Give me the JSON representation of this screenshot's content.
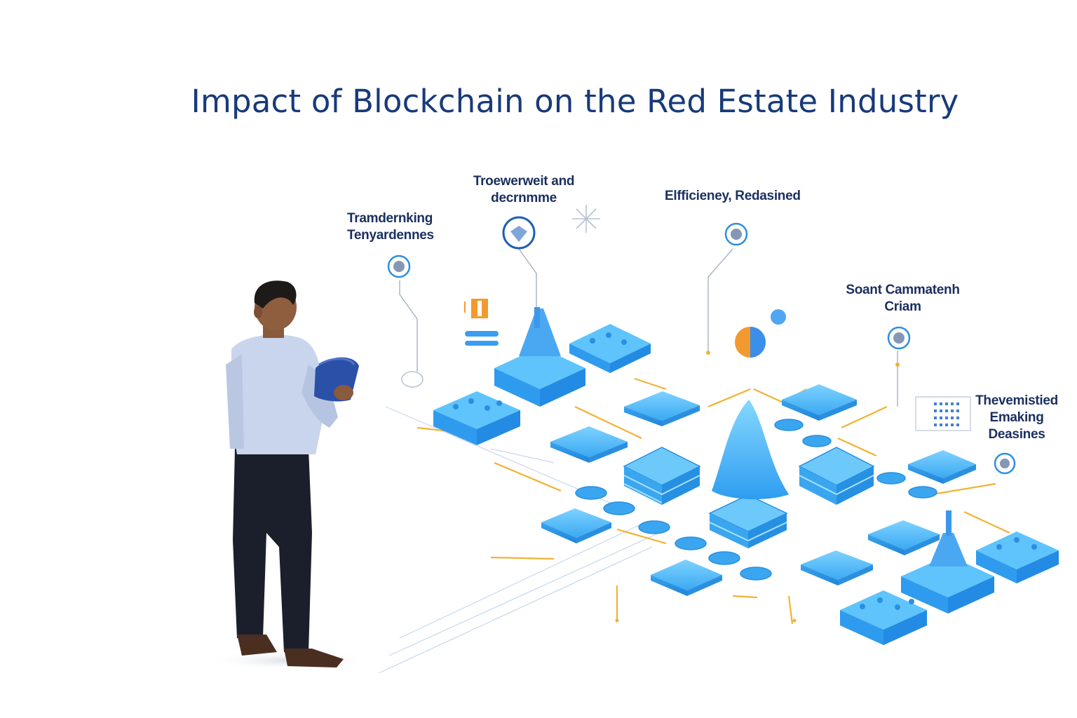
{
  "title": "Impact of Blockchain on the Red Estate Industry",
  "labels": {
    "tramdernking": [
      "Tramdernking",
      "Tenyardennes"
    ],
    "troewerweit": [
      "Troewerweit and",
      "decrnmme"
    ],
    "efficiency": [
      "Elfficieney, Redasined"
    ],
    "soant": [
      "Soant Cammatenh",
      "Criam"
    ],
    "theverristied": [
      "Thevemistied",
      "Emaking",
      "Deasines"
    ]
  },
  "icons": [
    "target-node-icon",
    "shield-node-icon",
    "sparkle-icon",
    "document-icon",
    "pie-chart-icon",
    "grid-panel-icon"
  ],
  "colors": {
    "title": "#183a7a",
    "label": "#1b2f5e",
    "block": "#3fb0f5",
    "block_dark": "#2a8ee0",
    "connector": "#f2b233",
    "accent_orange": "#f39a2e"
  }
}
